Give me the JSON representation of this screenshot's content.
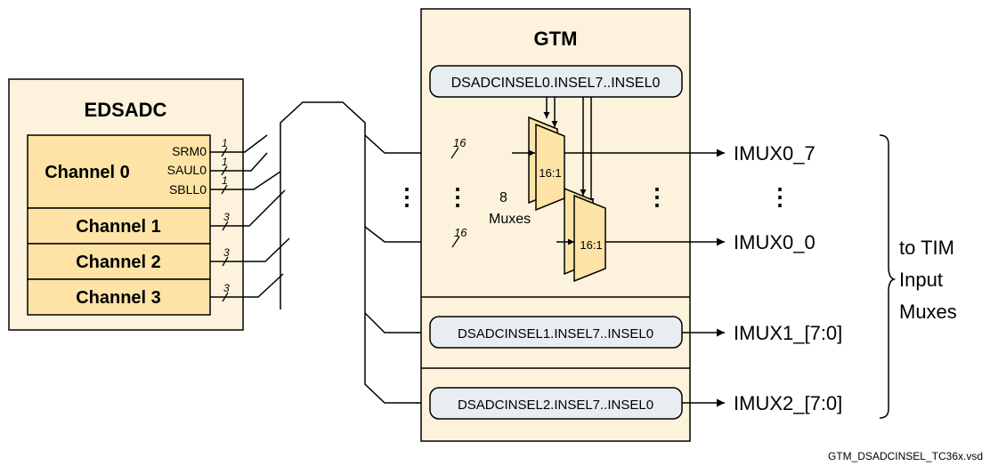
{
  "edsadc": {
    "title": "EDSADC",
    "channel0": {
      "label": "Channel 0",
      "signals": [
        "SRM0",
        "SAUL0",
        "SBLL0"
      ],
      "widths": [
        "1",
        "1",
        "1"
      ]
    },
    "channel1": {
      "label": "Channel 1",
      "width": "3"
    },
    "channel2": {
      "label": "Channel 2",
      "width": "3"
    },
    "channel3": {
      "label": "Channel 3",
      "width": "3"
    }
  },
  "gtm": {
    "title": "GTM",
    "reg0": "DSADCINSEL0.INSEL7..INSEL0",
    "reg1": "DSADCINSEL1.INSEL7..INSEL0",
    "reg2": "DSADCINSEL2.INSEL7..INSEL0",
    "mux_label": "16:1",
    "bus_width": "16",
    "mux_count": "8",
    "mux_count_label": "Muxes",
    "dots": "⋮"
  },
  "outputs": {
    "imux0_7": "IMUX0_7",
    "imux0_0": "IMUX0_0",
    "imux1": "IMUX1_[7:0]",
    "imux2": "IMUX2_[7:0]",
    "dots": "⋮"
  },
  "note": {
    "line1": "to TIM",
    "line2": "Input",
    "line3": "Muxes"
  },
  "footer": "GTM_DSADCINSEL_TC36x.vsd",
  "colors": {
    "block_fill": "#fdf3dc",
    "channel_fill": "#fde3a6",
    "mux_fill": "#fde3a6",
    "reg_fill": "#e8edf2",
    "line": "#000000"
  }
}
